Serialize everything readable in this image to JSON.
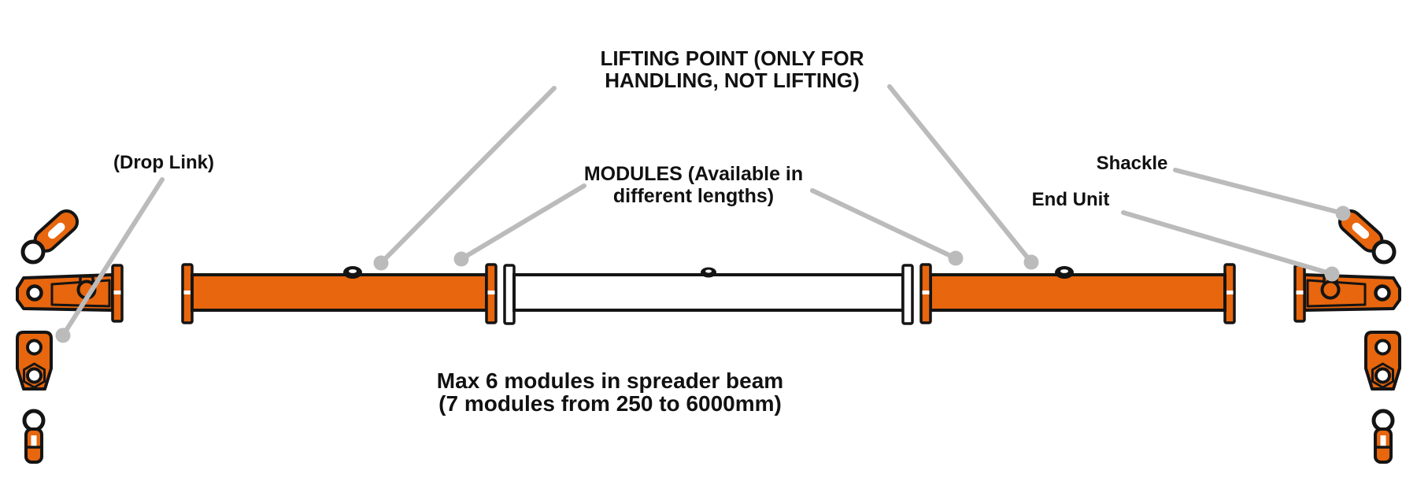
{
  "diagram": {
    "title_context": "Modular spreader beam component diagram",
    "lifting_point_label": {
      "line1": "LIFTING POINT (ONLY FOR",
      "line2": "HANDLING, NOT LIFTING)"
    },
    "modules_label": {
      "line1": "MODULES (Available in",
      "line2": "different lengths)"
    },
    "drop_link_label": "(Drop Link)",
    "shackle_label": "Shackle",
    "end_unit_label": "End Unit",
    "note": {
      "line1": "Max 6 modules in spreader beam",
      "line2": "(7 modules from 250 to 6000mm)"
    },
    "colors": {
      "beam_orange": "#E8660D",
      "outline_black": "#141414",
      "leader_gray": "#BBBBBB",
      "text_black": "#111111",
      "module_white": "#FFFFFF"
    }
  }
}
